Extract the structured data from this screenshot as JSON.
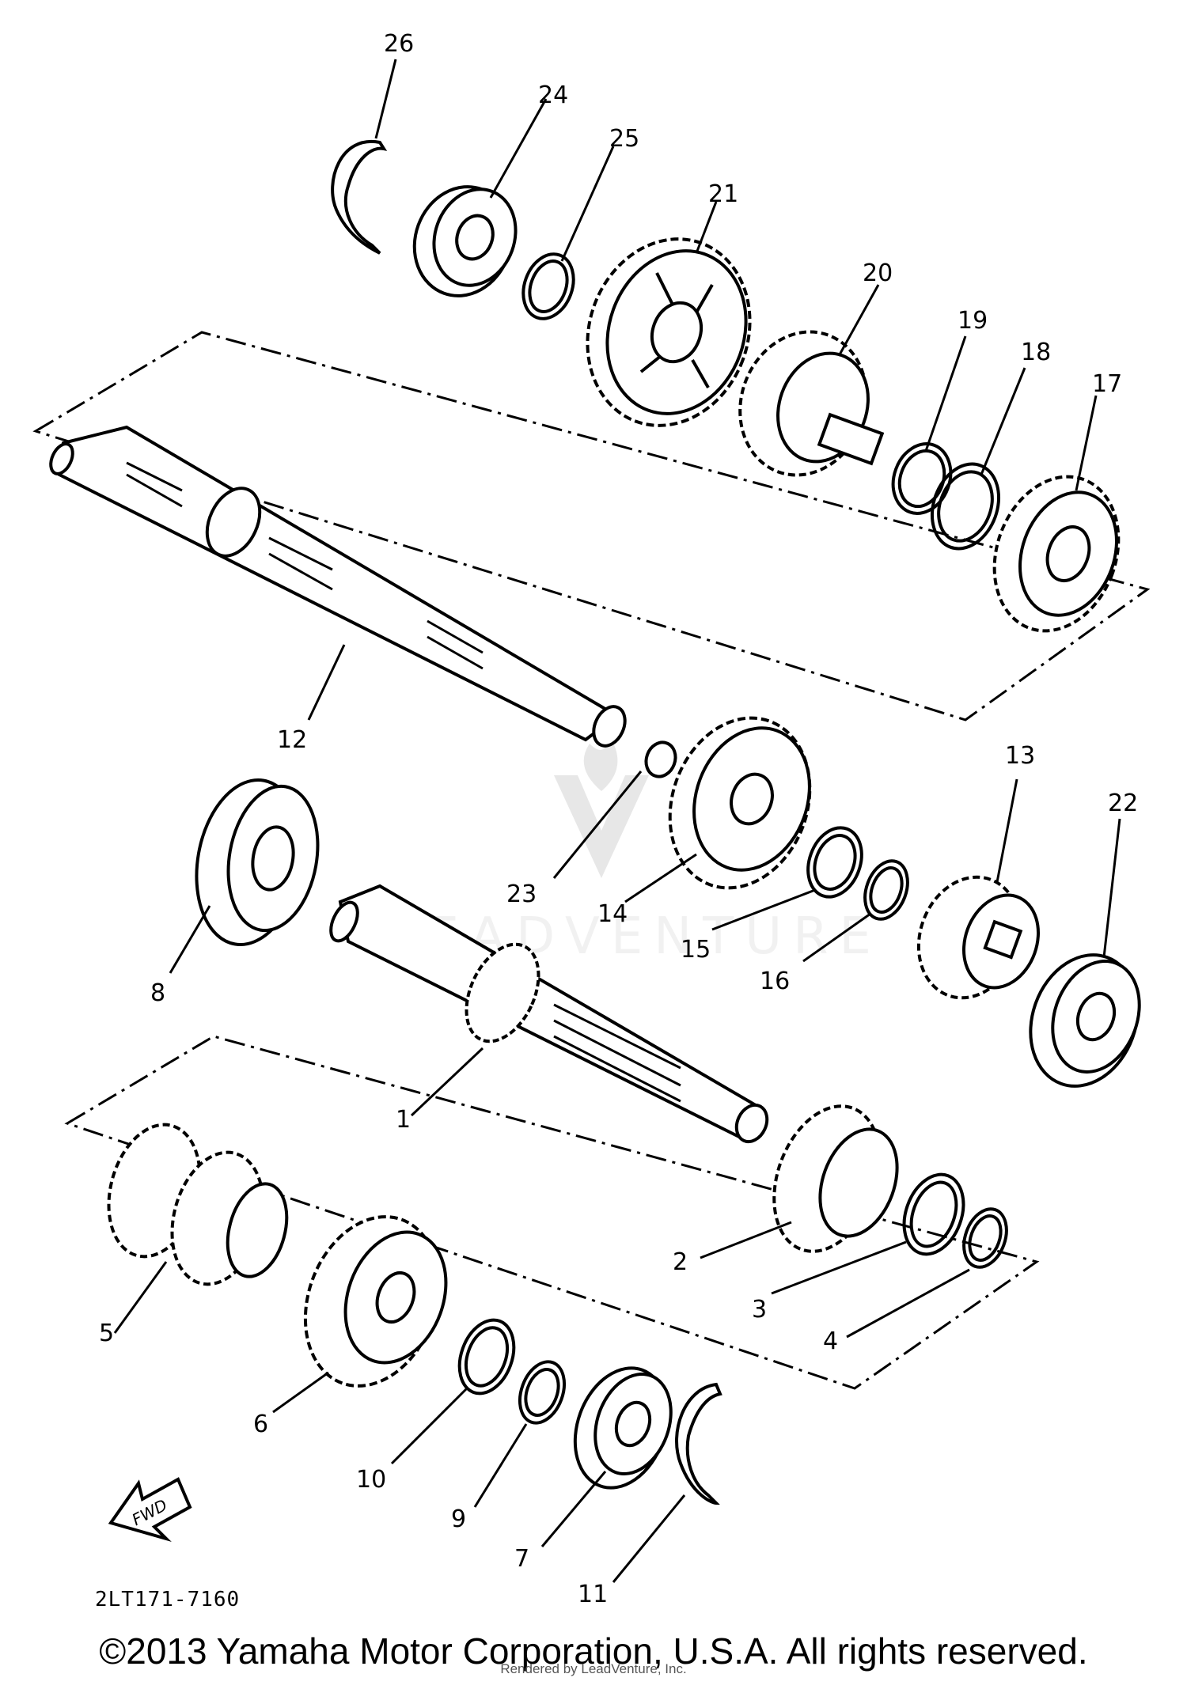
{
  "diagram": {
    "diagram_code": "2LT171-7160",
    "direction_marker": "FWD",
    "watermark": "LEADVENTURE",
    "copyright": "©2013 Yamaha Motor Corporation, U.S.A. All rights reserved.",
    "rendered_by": "Rendered by LeadVenture, Inc.",
    "part_numbers": [
      "1",
      "2",
      "3",
      "4",
      "5",
      "6",
      "7",
      "8",
      "9",
      "10",
      "11",
      "12",
      "13",
      "14",
      "15",
      "16",
      "17",
      "18",
      "19",
      "20",
      "21",
      "22",
      "23",
      "24",
      "25",
      "26"
    ]
  }
}
